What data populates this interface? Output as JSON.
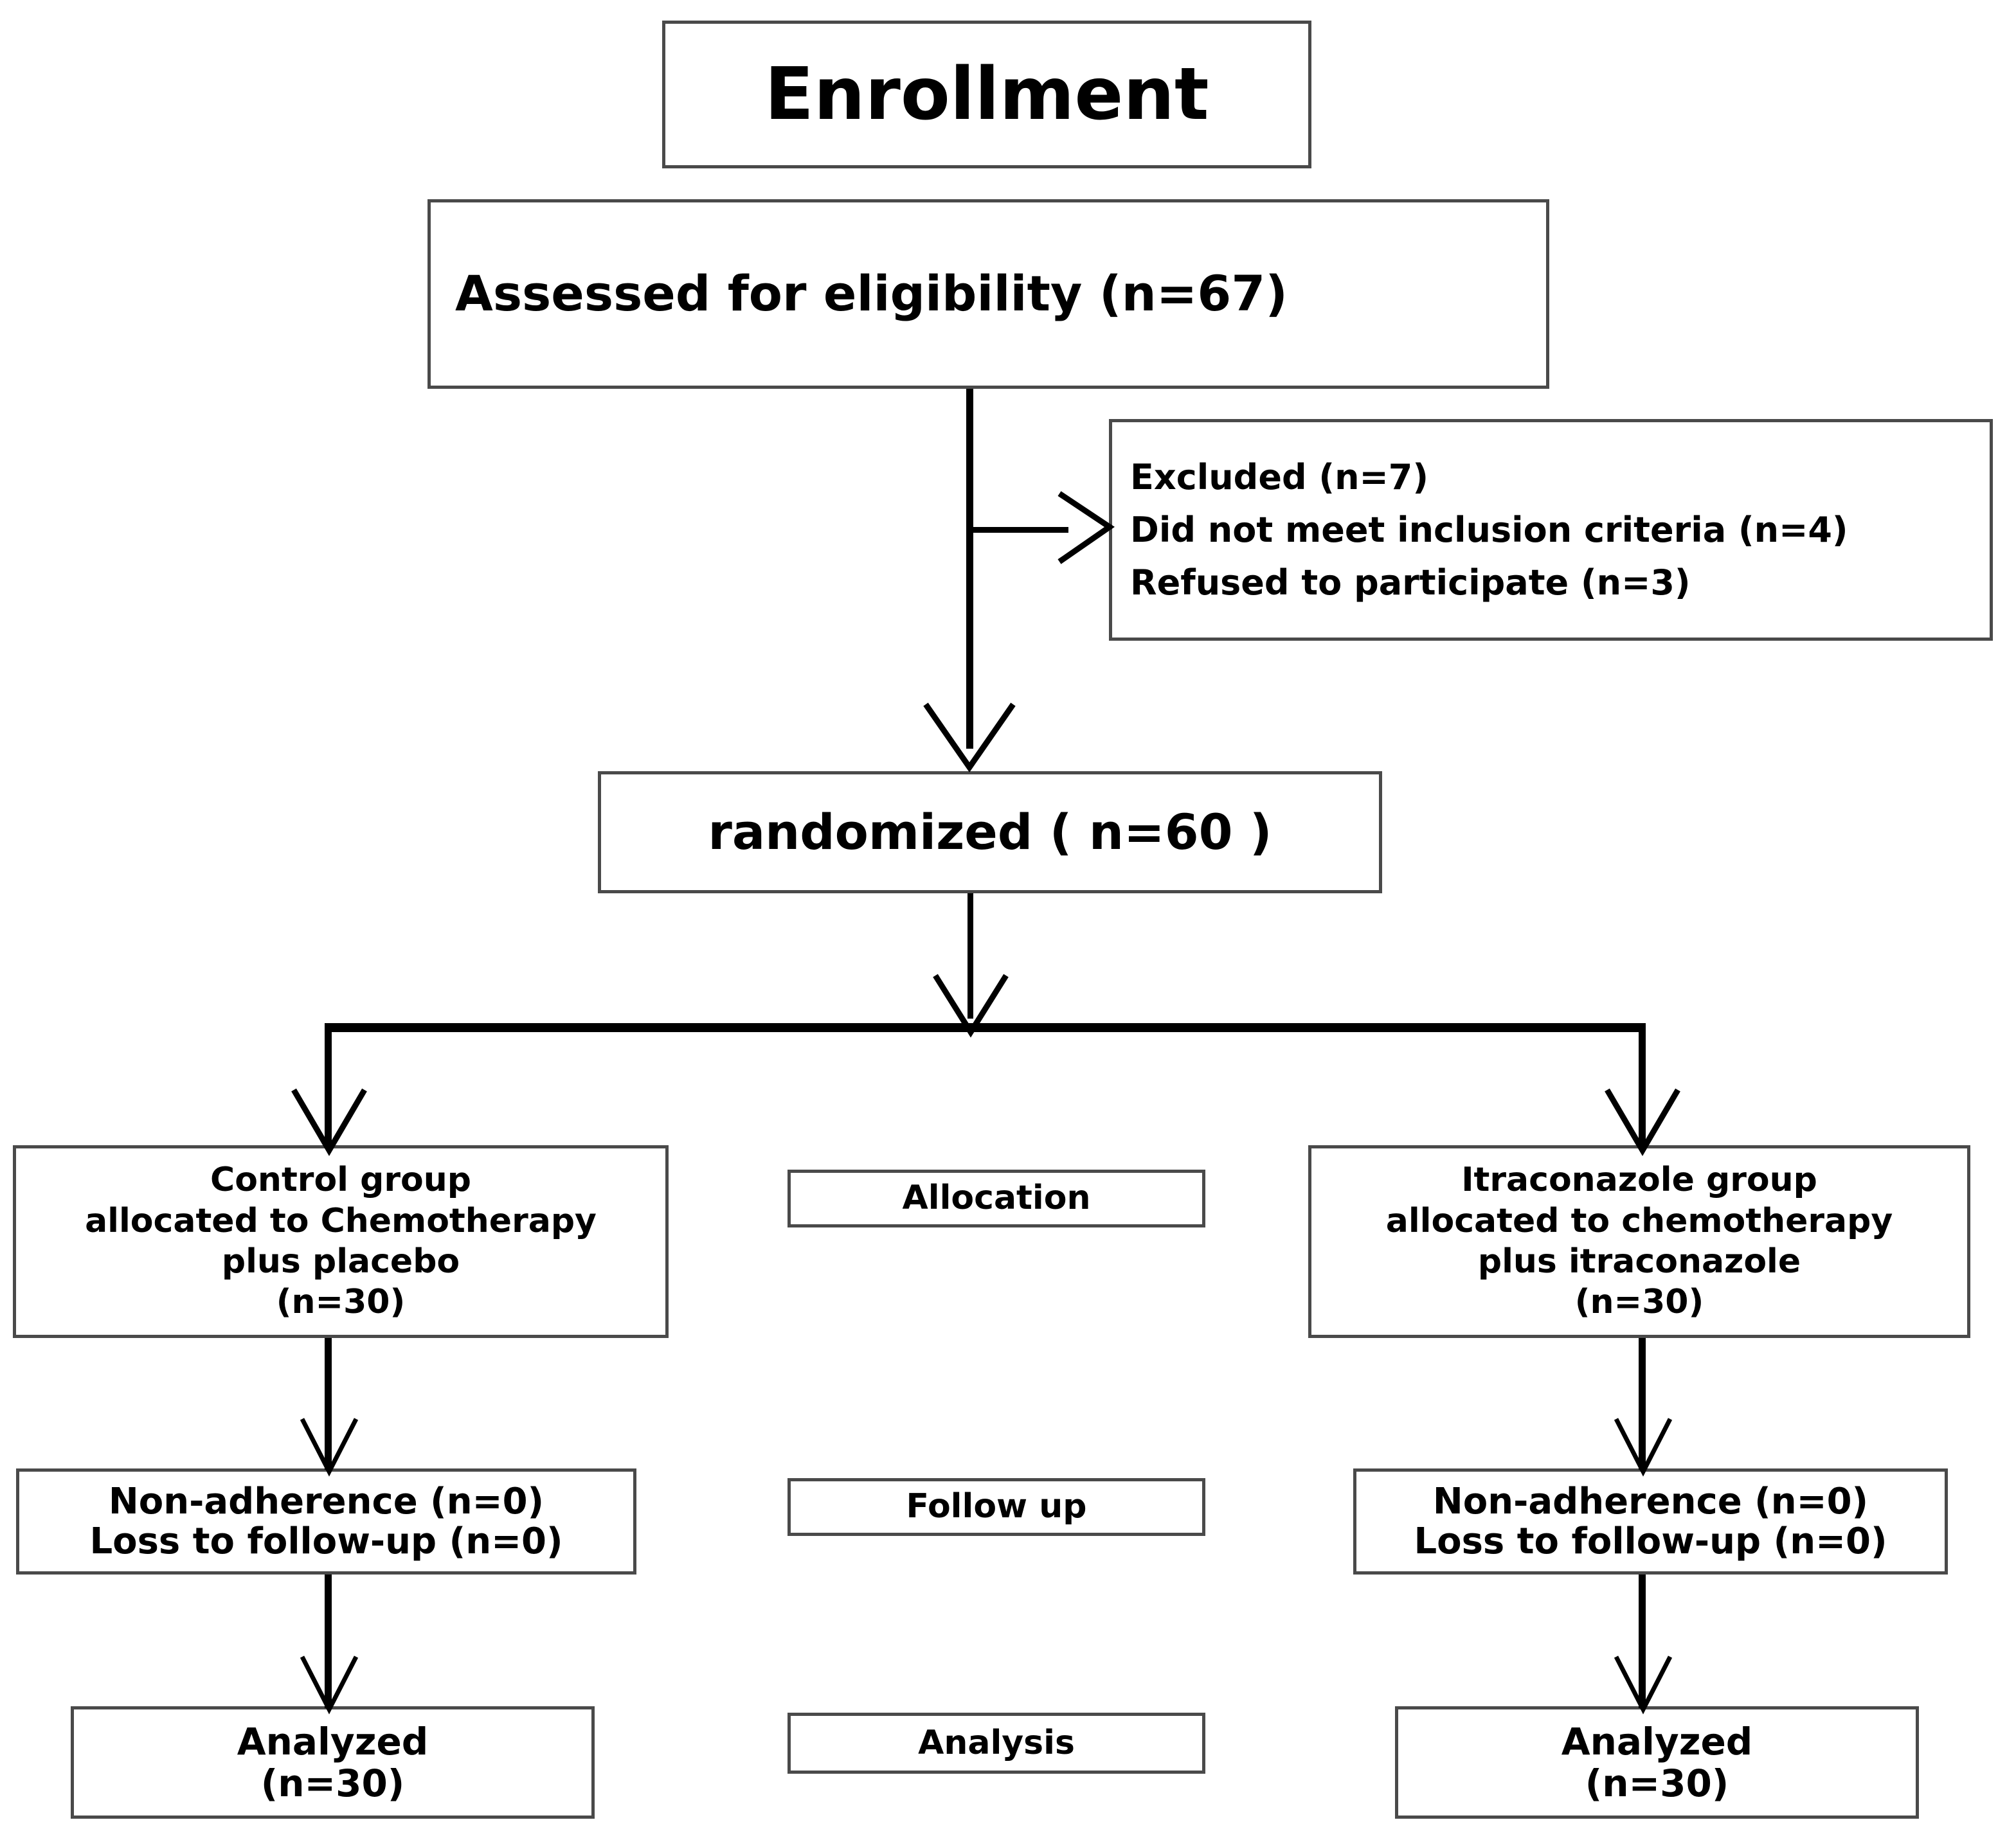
{
  "diagram": {
    "title": "CONSORT participant flow diagram",
    "stroke_color": "#000000",
    "box_border_color": "#4a4a4a",
    "background": "#ffffff"
  },
  "stage_labels": {
    "enrollment": "Enrollment",
    "allocation": "Allocation",
    "follow_up": "Follow up",
    "analysis": "Analysis"
  },
  "enrollment": {
    "assessed": "Assessed for eligibility (n=67)",
    "excluded": {
      "line1": "Excluded (n=7)",
      "line2": "Did not meet inclusion criteria (n=4)",
      "line3": "Refused to participate (n=3)"
    },
    "randomized": "randomized ( n=60 )"
  },
  "allocation": {
    "control": {
      "line1": "Control group",
      "line2": "allocated to Chemotherapy",
      "line3": "plus placebo",
      "line4": "(n=30)"
    },
    "itraconazole": {
      "line1": "Itraconazole group",
      "line2": "allocated to chemotherapy",
      "line3": "plus itraconazole",
      "line4": "(n=30)"
    }
  },
  "follow_up": {
    "control": {
      "line1": "Non-adherence (n=0)",
      "line2": "Loss to follow-up (n=0)"
    },
    "itraconazole": {
      "line1": "Non-adherence (n=0)",
      "line2": "Loss to follow-up (n=0)"
    }
  },
  "analysis": {
    "control": {
      "line1": "Analyzed",
      "line2": "(n=30)"
    },
    "itraconazole": {
      "line1": "Analyzed",
      "line2": "(n=30)"
    }
  },
  "chart_data": {
    "type": "diagram",
    "title": "CONSORT flow diagram",
    "nodes": [
      {
        "id": "enrollment-label",
        "label": "Enrollment",
        "stage": "Enrollment"
      },
      {
        "id": "assessed",
        "label": "Assessed for eligibility (n=67)",
        "n": 67,
        "stage": "Enrollment"
      },
      {
        "id": "excluded",
        "label": "Excluded (n=7)",
        "n": 7,
        "stage": "Enrollment",
        "reasons": [
          {
            "label": "Did not meet inclusion criteria",
            "n": 4
          },
          {
            "label": "Refused to participate",
            "n": 3
          }
        ]
      },
      {
        "id": "randomized",
        "label": "randomized ( n=60 )",
        "n": 60,
        "stage": "Enrollment"
      },
      {
        "id": "allocation-label",
        "label": "Allocation",
        "stage": "Allocation"
      },
      {
        "id": "alloc-control",
        "label": "Control group allocated to Chemotherapy plus placebo (n=30)",
        "n": 30,
        "stage": "Allocation",
        "arm": "Control"
      },
      {
        "id": "alloc-itraconazole",
        "label": "Itraconazole group allocated to chemotherapy plus itraconazole (n=30)",
        "n": 30,
        "stage": "Allocation",
        "arm": "Itraconazole"
      },
      {
        "id": "followup-label",
        "label": "Follow up",
        "stage": "Follow up"
      },
      {
        "id": "followup-control",
        "label": "Non-adherence (n=0); Loss to follow-up (n=0)",
        "stage": "Follow up",
        "arm": "Control",
        "non_adherence": 0,
        "loss_to_follow_up": 0
      },
      {
        "id": "followup-itraconazole",
        "label": "Non-adherence (n=0); Loss to follow-up (n=0)",
        "stage": "Follow up",
        "arm": "Itraconazole",
        "non_adherence": 0,
        "loss_to_follow_up": 0
      },
      {
        "id": "analysis-label",
        "label": "Analysis",
        "stage": "Analysis"
      },
      {
        "id": "analyzed-control",
        "label": "Analyzed (n=30)",
        "n": 30,
        "stage": "Analysis",
        "arm": "Control"
      },
      {
        "id": "analyzed-itraconazole",
        "label": "Analyzed (n=30)",
        "n": 30,
        "stage": "Analysis",
        "arm": "Itraconazole"
      }
    ],
    "edges": [
      {
        "from": "assessed",
        "to": "excluded",
        "type": "side-arrow"
      },
      {
        "from": "assessed",
        "to": "randomized",
        "type": "arrow"
      },
      {
        "from": "randomized",
        "to": "alloc-control",
        "type": "split-arrow"
      },
      {
        "from": "randomized",
        "to": "alloc-itraconazole",
        "type": "split-arrow"
      },
      {
        "from": "alloc-control",
        "to": "followup-control",
        "type": "arrow"
      },
      {
        "from": "alloc-itraconazole",
        "to": "followup-itraconazole",
        "type": "arrow"
      },
      {
        "from": "followup-control",
        "to": "analyzed-control",
        "type": "arrow"
      },
      {
        "from": "followup-itraconazole",
        "to": "analyzed-itraconazole",
        "type": "arrow"
      }
    ]
  }
}
